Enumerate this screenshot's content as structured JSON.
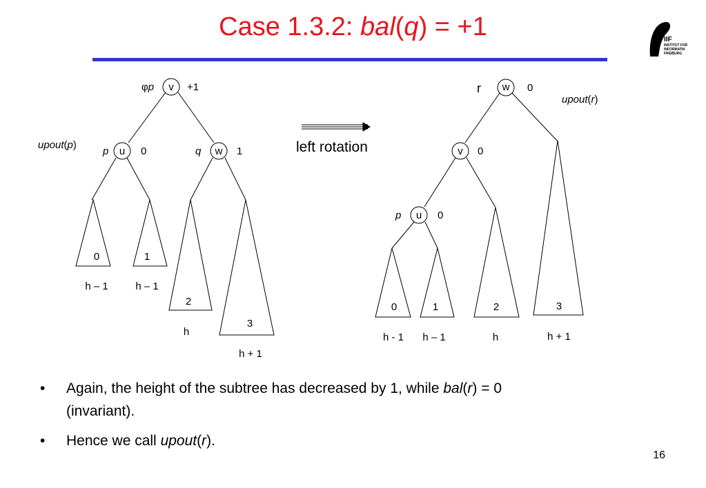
{
  "title": {
    "prefix": "Case 1.3.2: ",
    "func": "bal",
    "open": "(",
    "arg": "q",
    "close": ")",
    "suffix": " = +1"
  },
  "logo": {
    "letters": "IIF",
    "lines": [
      "INSTITUT FÜR",
      "INFORMATIK",
      "FREIBURG"
    ]
  },
  "arrow_label": "left rotation",
  "left_tree": {
    "root_pre": "φ",
    "root_pre_italic": "p",
    "root": "v",
    "root_bal": "+1",
    "left_annot_fn": "upout",
    "left_annot_arg": "p",
    "left_ptr": "p",
    "left": "u",
    "left_bal": "0",
    "right_ptr": "q",
    "right": "w",
    "right_bal": "1",
    "subtrees": [
      {
        "label": "0",
        "height": "h – 1"
      },
      {
        "label": "1",
        "height": "h – 1"
      },
      {
        "label": "2",
        "height": "h"
      },
      {
        "label": "3",
        "height": "h + 1"
      }
    ]
  },
  "right_tree": {
    "root_ptr": "r",
    "root": "w",
    "root_bal": "0",
    "root_annot_fn": "upout",
    "root_annot_arg": "r",
    "mid": "v",
    "mid_bal": "0",
    "low_ptr": "p",
    "low": "u",
    "low_bal": "0",
    "subtrees": [
      {
        "label": "0",
        "height": "h - 1"
      },
      {
        "label": "1",
        "height": "h – 1"
      },
      {
        "label": "2",
        "height": "h"
      },
      {
        "label": "3",
        "height": "h + 1"
      }
    ]
  },
  "bullets": [
    {
      "text1": "Again, the height of the subtree has decreased by 1, while ",
      "fn": "bal",
      "open": "(",
      "arg": "r",
      "close": ")",
      "text2": " = 0",
      "line2": "(invariant)."
    },
    {
      "text1": "Hence we call ",
      "fn": "upout",
      "open": "(",
      "arg": "r",
      "close": ")",
      "text2": "."
    }
  ],
  "page_number": "16",
  "colors": {
    "title": "#e8141c",
    "rule": "#3333d6"
  }
}
